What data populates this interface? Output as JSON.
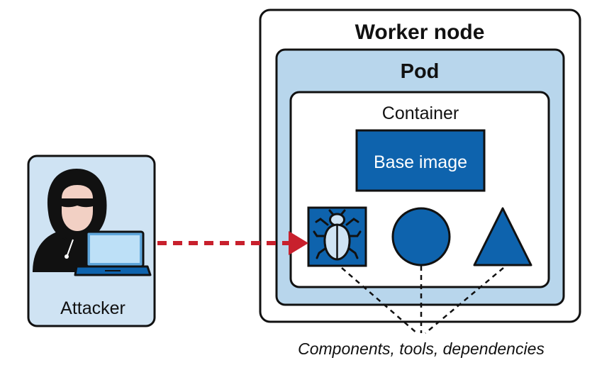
{
  "worker_node": {
    "label": "Worker node"
  },
  "pod": {
    "label": "Pod"
  },
  "container": {
    "label": "Container"
  },
  "base_image": {
    "label": "Base image"
  },
  "attacker": {
    "label": "Attacker"
  },
  "caption": "Components, tools, dependencies",
  "icons": [
    "hacker-icon",
    "laptop-icon",
    "bug-icon",
    "circle-component-icon",
    "triangle-component-icon",
    "attack-arrow-icon"
  ],
  "colors": {
    "dark_blue": "#0e63ad",
    "pod_blue": "#b8d6ec",
    "attacker_blue": "#cfe3f3",
    "arrow_red": "#c8202d",
    "outline": "#111111"
  }
}
